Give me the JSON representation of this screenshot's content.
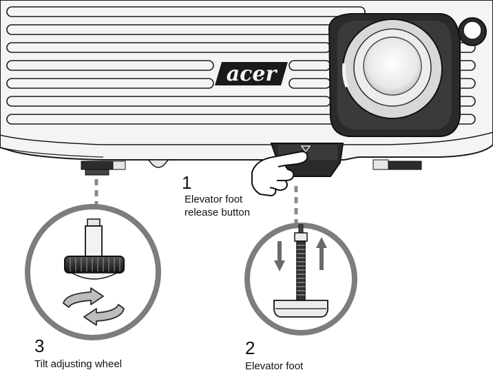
{
  "brand": {
    "logo_text": "acer"
  },
  "callouts": [
    {
      "number": "1",
      "line1": "Elevator foot",
      "line2": "release button"
    },
    {
      "number": "2",
      "line1": "Elevator foot",
      "line2": ""
    },
    {
      "number": "3",
      "line1": "Tilt adjusting wheel",
      "line2": ""
    }
  ],
  "colors": {
    "body": "#f4f4f4",
    "outline": "#1a1a1a",
    "leader_dots": "#8a8a8a",
    "circle_ring": "#7d7d7d"
  },
  "icons": [
    "hand-pointer-icon",
    "rotate-arrows-icon",
    "arrow-up-icon",
    "arrow-down-icon"
  ]
}
